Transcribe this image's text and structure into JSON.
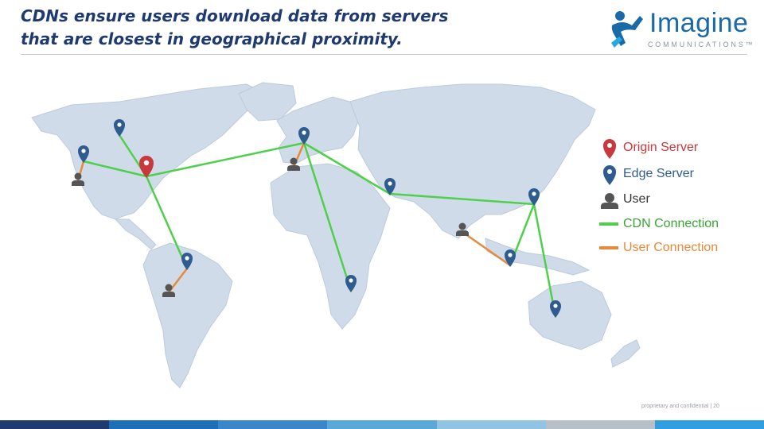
{
  "slide": {
    "title_line1": "CDNs ensure users download data from servers",
    "title_line2": "that are closest in geographical proximity."
  },
  "logo": {
    "name": "Imagine",
    "subtitle": "COMMUNICATIONS™",
    "color": "#1a6aa8"
  },
  "legend": {
    "origin_server": "Origin Server",
    "edge_server": "Edge Server",
    "user": "User",
    "cdn_connection": "CDN Connection",
    "user_connection": "User Connection"
  },
  "colors": {
    "origin": "#c8383c",
    "edge": "#2e5c8f",
    "user": "#555555",
    "cdn_line": "#4fd04a",
    "user_line": "#e8893a",
    "map_land": "#cfdbe8"
  },
  "footer": {
    "text": "proprietary and confidential  |  20",
    "bar_colors": [
      "#1f3a6e",
      "#1f6fb6",
      "#3b86c8",
      "#5aa8d8",
      "#8fc4e2",
      "#b7c0c8",
      "#2f9fe0"
    ]
  }
}
